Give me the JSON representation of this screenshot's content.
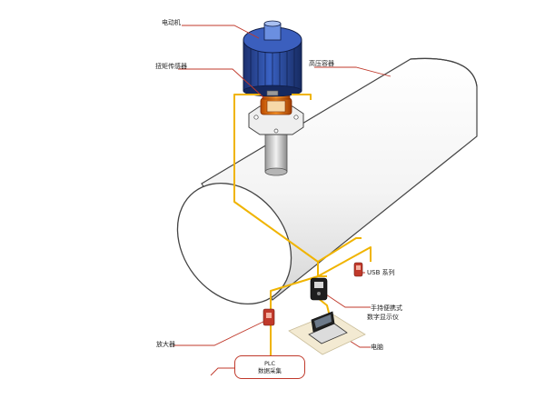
{
  "labels": {
    "motor": "电动机",
    "vessel": "高压容器",
    "torque_sensor": "扭矩传感器",
    "usb": "USB 系列",
    "handheld_line1": "手持便携式",
    "handheld_line2": "数字显示仪",
    "amplifier": "放大器",
    "computer": "电脑",
    "plc_line1": "PLC",
    "plc_line2": "数据采集"
  },
  "colors": {
    "signal_line": "#f0b400",
    "callout_line": "#c0392b",
    "motor_blue": "#2a4fa8",
    "sensor_orange": "#e07a10"
  }
}
